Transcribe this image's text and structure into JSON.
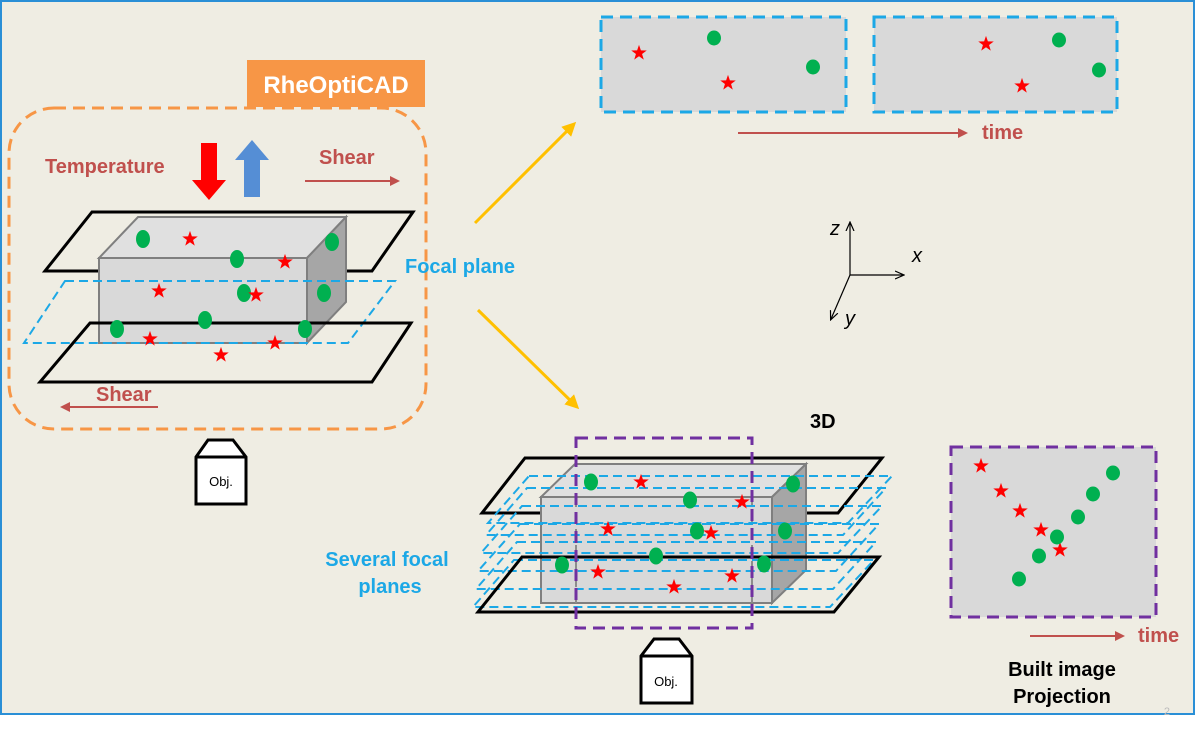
{
  "brand": {
    "label": "RheOptiCAD",
    "color": "#f79646"
  },
  "setup": {
    "temperature_label": "Temperature",
    "shear_top_label": "Shear",
    "shear_bottom_label": "Shear",
    "focal_plane_label": "Focal plane",
    "objective_label": "Obj."
  },
  "time_series": {
    "time_label": "time"
  },
  "axes": {
    "z": "z",
    "x": "x",
    "y": "y"
  },
  "three_d": {
    "title": "3D",
    "several_planes_label_line1": "Several focal",
    "several_planes_label_line2": "planes",
    "objective_label": "Obj."
  },
  "projection": {
    "time_label": "time",
    "caption_line1": "Built image",
    "caption_line2": "Projection"
  },
  "page_number": "2",
  "colors": {
    "accent_blue": "#1ca8e6",
    "purple": "#7030a0",
    "label_red": "#c0504d",
    "arrow_yellow": "#ffc000",
    "dot_green": "#00b050",
    "star_red": "#ff0000",
    "box_gray": "#d9d9d9"
  }
}
